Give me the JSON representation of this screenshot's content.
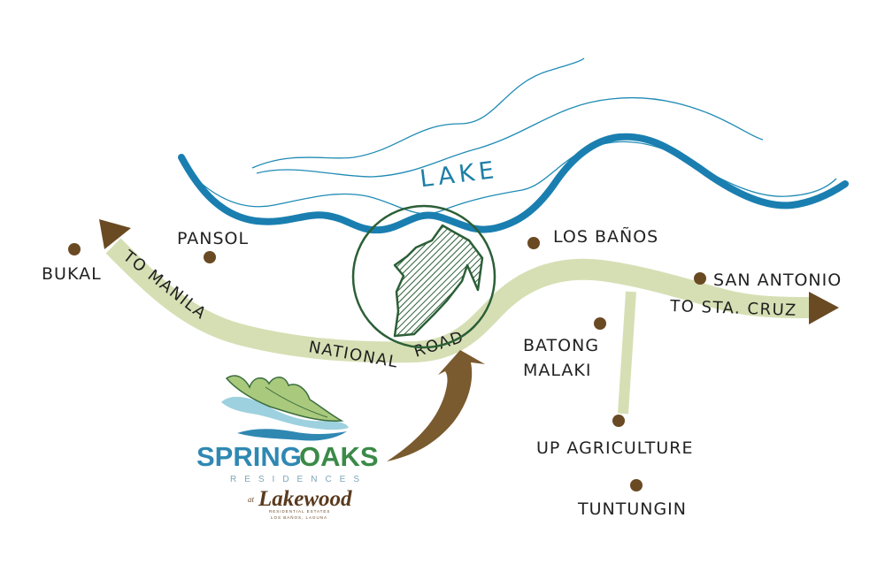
{
  "lake": {
    "label": "LAKE"
  },
  "roads": {
    "direction_west": "TO MANILA",
    "direction_east": "TO STA. CRUZ",
    "national_road_1": "NATIONAL",
    "national_road_2": "ROAD"
  },
  "places": {
    "bukal": "BUKAL",
    "pansol": "PANSOL",
    "los_banos": "LOS BAÑOS",
    "san_antonio": "SAN ANTONIO",
    "batong_malaki_1": "BATONG",
    "batong_malaki_2": "MALAKI",
    "up_agriculture": "UP AGRICULTURE",
    "tuntungin": "TUNTUNGIN"
  },
  "brand": {
    "name_part1": "SPRING",
    "name_part2": "OAKS",
    "subtitle": "RESIDENCES",
    "at": "at",
    "developer": "Lakewood",
    "developer_tag1": "RESIDENTIAL ESTATES",
    "developer_tag2": "LOS BAÑOS, LAGUNA"
  },
  "colors": {
    "lake_shore": "#1a7fb0",
    "lake_lines": "#1f8bb5",
    "road": "#d6dfb4",
    "marker_brown": "#6a4a23",
    "site_green": "#2c5f37",
    "pointer_arrow": "#7a5a2f"
  }
}
